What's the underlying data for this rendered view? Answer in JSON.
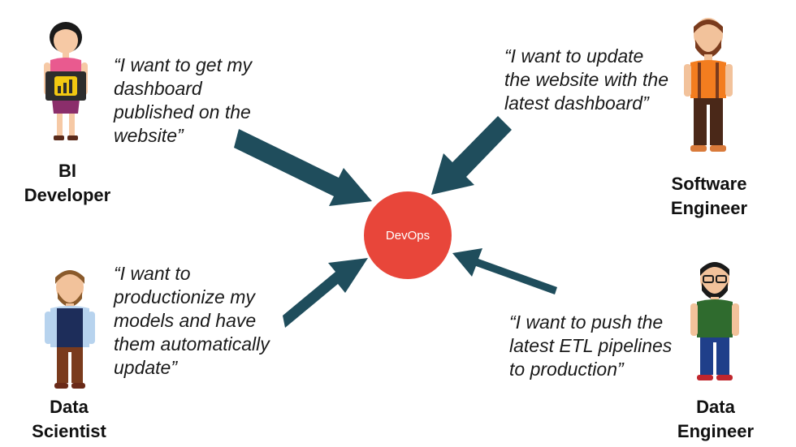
{
  "hub": {
    "label": "DevOps"
  },
  "personas": {
    "bi_developer": {
      "role": "BI\nDeveloper",
      "quote": "“I want to get my\ndashboard\npublished on the\nwebsite”"
    },
    "software_engineer": {
      "role": "Software\nEngineer",
      "quote": "“I want to update\nthe website with the\nlatest dashboard”"
    },
    "data_scientist": {
      "role": "Data\nScientist",
      "quote": "“I want to\nproductionize my\nmodels and have\nthem automatically\nupdate”"
    },
    "data_engineer": {
      "role": "Data\nEngineer",
      "quote": "“I want to push the\nlatest ETL pipelines\nto production”"
    }
  },
  "colors": {
    "arrow": "#1f4d5c",
    "hub": "#e8463a"
  },
  "icons": {
    "bi_logo": "bar-chart-icon"
  }
}
